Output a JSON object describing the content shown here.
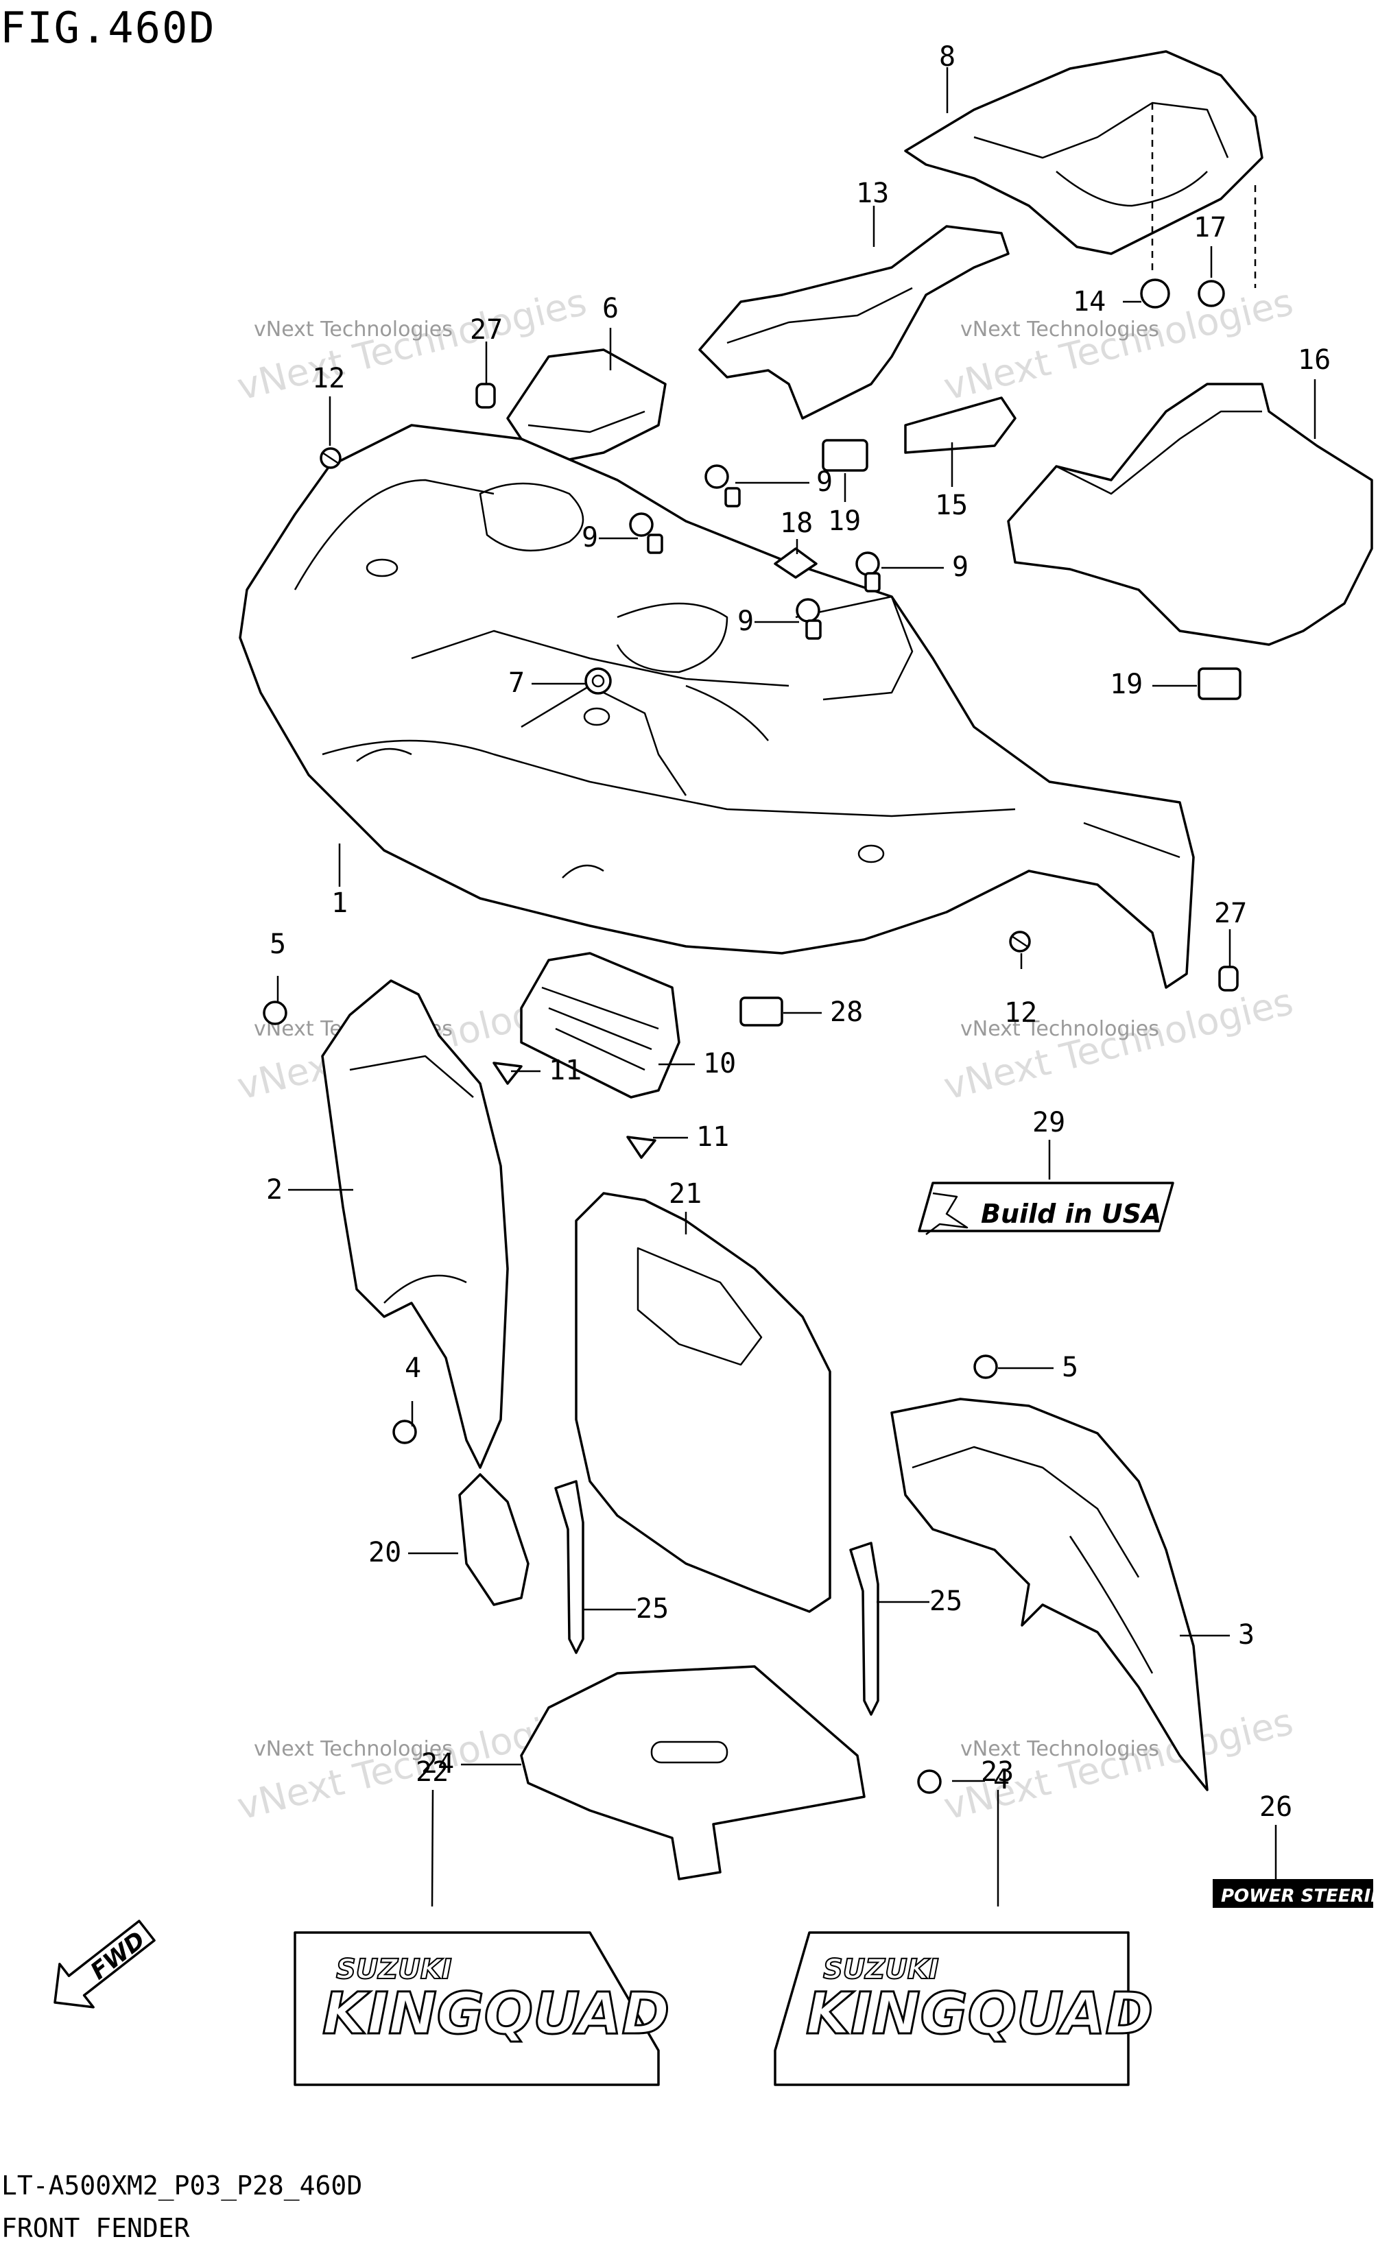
{
  "figure_label": "FIG.460D",
  "footer": {
    "model_code": "LT-A500XM2_P03_P28_460D",
    "section_title": "FRONT FENDER"
  },
  "watermark": {
    "line1": "vNext Technologies",
    "line2": "vNext Technologies"
  },
  "decals": {
    "build_in_usa": "Build in USA",
    "power_steering": "POWER STEERING",
    "brand": "SUZUKI",
    "model": "KINGQUAD",
    "fwd": "FWD"
  },
  "callouts": [
    {
      "id": "c1",
      "label": "1"
    },
    {
      "id": "c2",
      "label": "2"
    },
    {
      "id": "c3",
      "label": "3"
    },
    {
      "id": "c4a",
      "label": "4"
    },
    {
      "id": "c4b",
      "label": "4"
    },
    {
      "id": "c5a",
      "label": "5"
    },
    {
      "id": "c5b",
      "label": "5"
    },
    {
      "id": "c6",
      "label": "6"
    },
    {
      "id": "c7",
      "label": "7"
    },
    {
      "id": "c8",
      "label": "8"
    },
    {
      "id": "c9a",
      "label": "9"
    },
    {
      "id": "c9b",
      "label": "9"
    },
    {
      "id": "c9c",
      "label": "9"
    },
    {
      "id": "c9d",
      "label": "9"
    },
    {
      "id": "c10",
      "label": "10"
    },
    {
      "id": "c11a",
      "label": "11"
    },
    {
      "id": "c11b",
      "label": "11"
    },
    {
      "id": "c12a",
      "label": "12"
    },
    {
      "id": "c12b",
      "label": "12"
    },
    {
      "id": "c13",
      "label": "13"
    },
    {
      "id": "c14",
      "label": "14"
    },
    {
      "id": "c15",
      "label": "15"
    },
    {
      "id": "c16",
      "label": "16"
    },
    {
      "id": "c17",
      "label": "17"
    },
    {
      "id": "c18",
      "label": "18"
    },
    {
      "id": "c19a",
      "label": "19"
    },
    {
      "id": "c19b",
      "label": "19"
    },
    {
      "id": "c20",
      "label": "20"
    },
    {
      "id": "c21",
      "label": "21"
    },
    {
      "id": "c22",
      "label": "22"
    },
    {
      "id": "c23",
      "label": "23"
    },
    {
      "id": "c24",
      "label": "24"
    },
    {
      "id": "c25a",
      "label": "25"
    },
    {
      "id": "c25b",
      "label": "25"
    },
    {
      "id": "c26",
      "label": "26"
    },
    {
      "id": "c27a",
      "label": "27"
    },
    {
      "id": "c27b",
      "label": "27"
    },
    {
      "id": "c28",
      "label": "28"
    },
    {
      "id": "c29",
      "label": "29"
    }
  ]
}
